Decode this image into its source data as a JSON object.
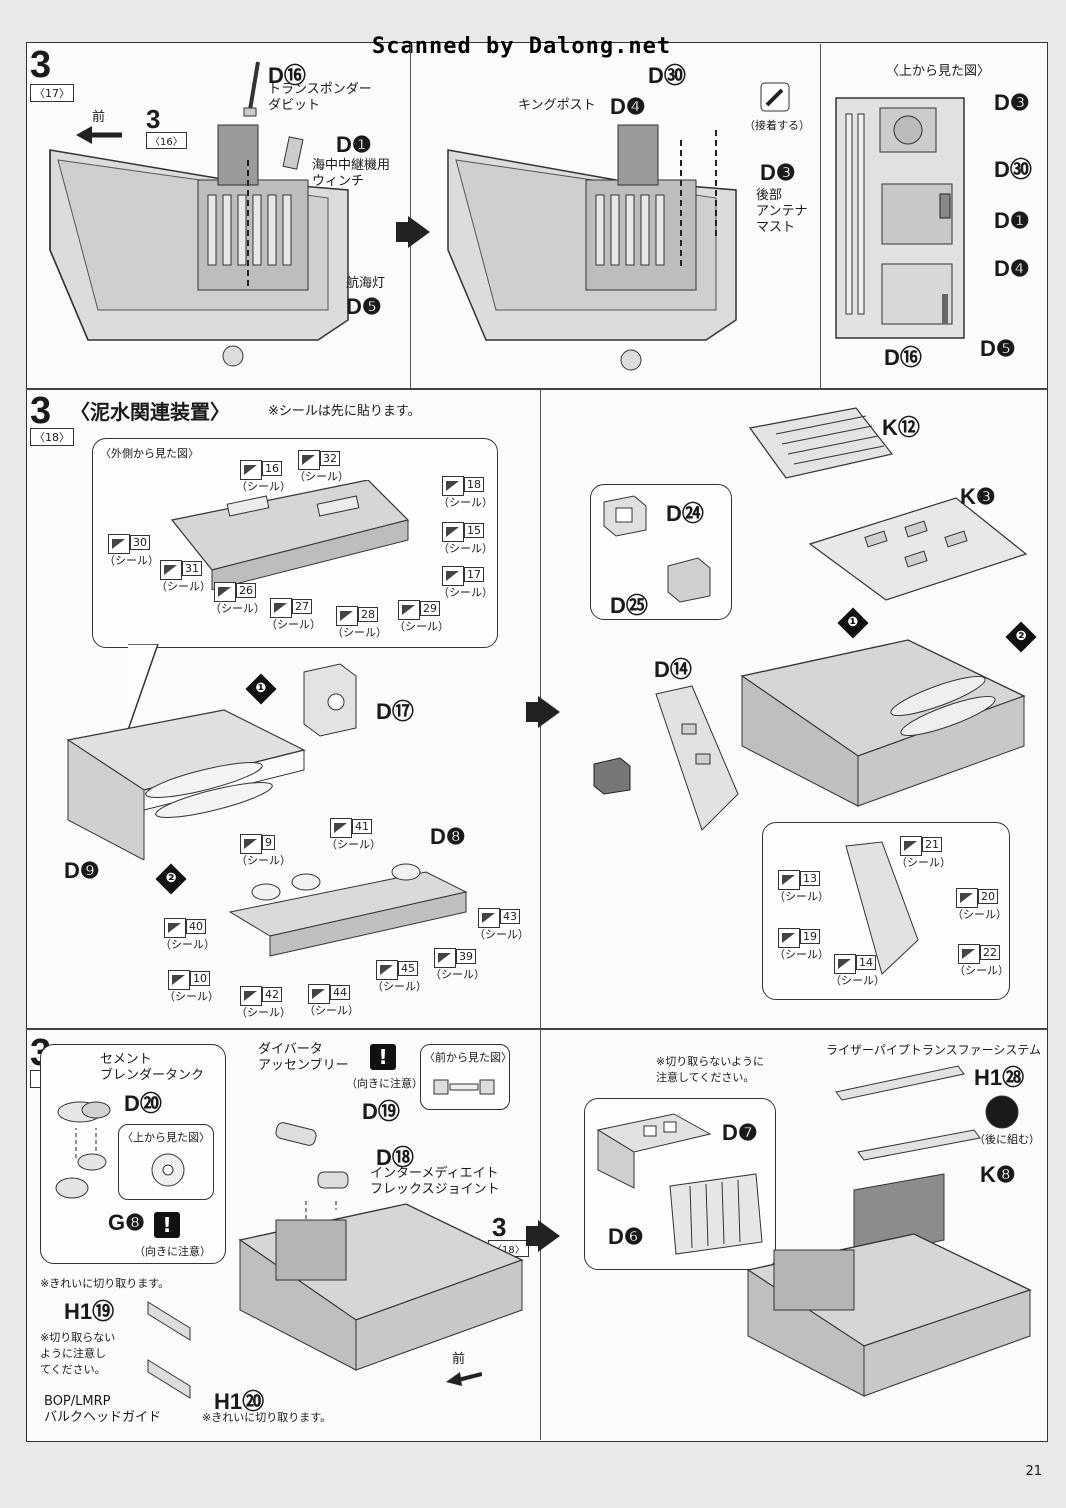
{
  "scanner_credit": "Scanned by Dalong.net",
  "page_number": "21",
  "step17": {
    "step": "3",
    "ref": "〈17〉",
    "forward": "前",
    "sub_step": "3",
    "sub_ref": "〈16〉",
    "d16": "D⑯",
    "d16_label": "トランスポンダー\nダビット",
    "d1": "D❶",
    "d1_label": "海中中継機用\nウィンチ",
    "d5_label": "航海灯",
    "d5": "D❺",
    "d30": "D㉚",
    "d4_label": "キングポスト",
    "d4": "D❹",
    "glue_note": "（接着する）",
    "d3": "D❸",
    "d3_label": "後部\nアンテナ\nマスト",
    "topview_title": "〈上から見た図〉",
    "topview_parts": [
      "D❸",
      "D㉚",
      "D❶",
      "D❹",
      "D❺",
      "D⑯"
    ]
  },
  "step18": {
    "step": "3",
    "ref": "〈18〉",
    "title": "〈泥水関連装置〉",
    "note": "※シールは先に貼ります。",
    "outside_view": "〈外側から見た図〉",
    "seal_label": "（シール）",
    "seals_top": [
      "16",
      "32",
      "18",
      "15",
      "17",
      "30",
      "31",
      "26",
      "27",
      "28",
      "29"
    ],
    "seals_bottom": [
      "9",
      "41",
      "43",
      "40",
      "39",
      "10",
      "45",
      "42",
      "44"
    ],
    "seals_right": [
      "21",
      "13",
      "20",
      "19",
      "14",
      "22"
    ],
    "d17": "D⑰",
    "d9": "D❾",
    "d8": "D❽",
    "k12": "K⑫",
    "k3": "K❸",
    "d24": "D㉔",
    "d25": "D㉕",
    "d14": "D⑭",
    "marks": [
      "❶",
      "❷"
    ]
  },
  "step19": {
    "step": "3",
    "ref": "〈19〉",
    "cement_label": "セメント\nブレンダータンク",
    "d20": "D⑳",
    "top_view": "〈上から見た図〉",
    "g8": "G❽",
    "orient_note": "（向きに注意）",
    "diverter_label": "ダイバータ\nアッセンブリー",
    "front_view": "〈前から見た図〉",
    "d19": "D⑲",
    "d18": "D⑱",
    "flex_label": "インターメディエイト\nフレックスジョイント",
    "sub_step": "3",
    "sub_ref": "〈18〉",
    "clean_cut": "※きれいに切り取ります。",
    "h119": "H1⑲",
    "no_cut": "※切り取らない\nように注意し\nてください。",
    "bop_label": "BOP/LMRP\nバルクヘッドガイド",
    "h120": "H1⑳",
    "clean_cut2": "※きれいに切り取ります。",
    "forward": "前",
    "no_cut2": "※切り取らないように\n注意してください。",
    "riser_label": "ライザーパイプトランスファーシステム",
    "h128": "H1㉘",
    "later": "（後に組む）",
    "k8": "K❽",
    "d7": "D❼",
    "d6": "D❻"
  }
}
